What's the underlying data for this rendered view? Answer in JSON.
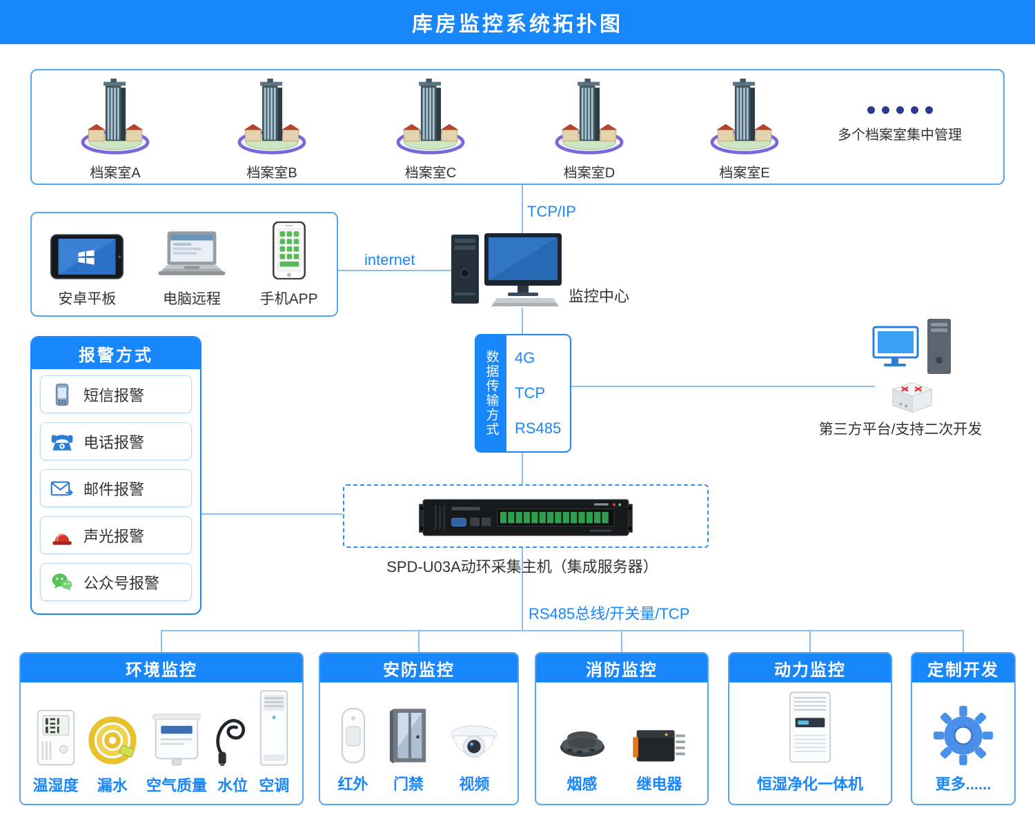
{
  "header": {
    "title": "库房监控系统拓扑图"
  },
  "archive_rooms": {
    "rooms": [
      {
        "label": "档案室A",
        "icon": "building-icon"
      },
      {
        "label": "档案室B",
        "icon": "building-icon"
      },
      {
        "label": "档案室C",
        "icon": "building-icon"
      },
      {
        "label": "档案室D",
        "icon": "building-icon"
      },
      {
        "label": "档案室E",
        "icon": "building-icon"
      }
    ],
    "more_label": "多个档案室集中管理"
  },
  "connections": {
    "tcp_ip": "TCP/IP",
    "internet": "internet",
    "bus": "RS485总线/开关量/TCP"
  },
  "client_devices": {
    "items": [
      {
        "label": "安卓平板",
        "icon": "tablet-icon"
      },
      {
        "label": "电脑远程",
        "icon": "laptop-icon"
      },
      {
        "label": "手机APP",
        "icon": "smartphone-icon"
      }
    ]
  },
  "monitor_center": {
    "label": "监控中心",
    "icon": "desktop-pc-icon"
  },
  "transmission": {
    "title": "数据传输方式",
    "modes": [
      {
        "label": "4G"
      },
      {
        "label": "TCP"
      },
      {
        "label": "RS485"
      }
    ]
  },
  "third_party": {
    "label": "第三方平台/支持二次开发",
    "icons": [
      "workstation-icon",
      "router-icon"
    ]
  },
  "alarm_panel": {
    "title": "报警方式",
    "items": [
      {
        "label": "短信报警",
        "icon": "sms-phone-icon"
      },
      {
        "label": "电话报警",
        "icon": "telephone-icon"
      },
      {
        "label": "邮件报警",
        "icon": "mail-icon"
      },
      {
        "label": "声光报警",
        "icon": "siren-icon"
      },
      {
        "label": "公众号报警",
        "icon": "wechat-icon"
      }
    ]
  },
  "server": {
    "label": "SPD-U03A动环采集主机（集成服务器）",
    "icon": "rack-server-icon"
  },
  "monitor_groups": [
    {
      "title": "环境监控",
      "items": [
        {
          "label": "温湿度",
          "icon": "temp-humidity-sensor-icon"
        },
        {
          "label": "漏水",
          "icon": "leak-cable-icon"
        },
        {
          "label": "空气质量",
          "icon": "air-quality-sensor-icon"
        },
        {
          "label": "水位",
          "icon": "water-level-probe-icon"
        },
        {
          "label": "空调",
          "icon": "air-conditioner-icon"
        }
      ]
    },
    {
      "title": "安防监控",
      "items": [
        {
          "label": "红外",
          "icon": "pir-sensor-icon"
        },
        {
          "label": "门禁",
          "icon": "door-access-icon"
        },
        {
          "label": "视频",
          "icon": "dome-camera-icon"
        }
      ]
    },
    {
      "title": "消防监控",
      "items": [
        {
          "label": "烟感",
          "icon": "smoke-detector-icon"
        },
        {
          "label": "继电器",
          "icon": "relay-icon"
        }
      ]
    },
    {
      "title": "动力监控",
      "items": [
        {
          "label": "恒湿净化一体机",
          "icon": "humidity-purifier-icon"
        }
      ]
    },
    {
      "title": "定制开发",
      "items": [
        {
          "label": "更多......",
          "icon": "gear-icon"
        }
      ]
    }
  ],
  "colors": {
    "accent": "#1787fb",
    "box_border": "#54a4f4",
    "connector_line": "#8abef3",
    "dots": "#2b3990"
  }
}
